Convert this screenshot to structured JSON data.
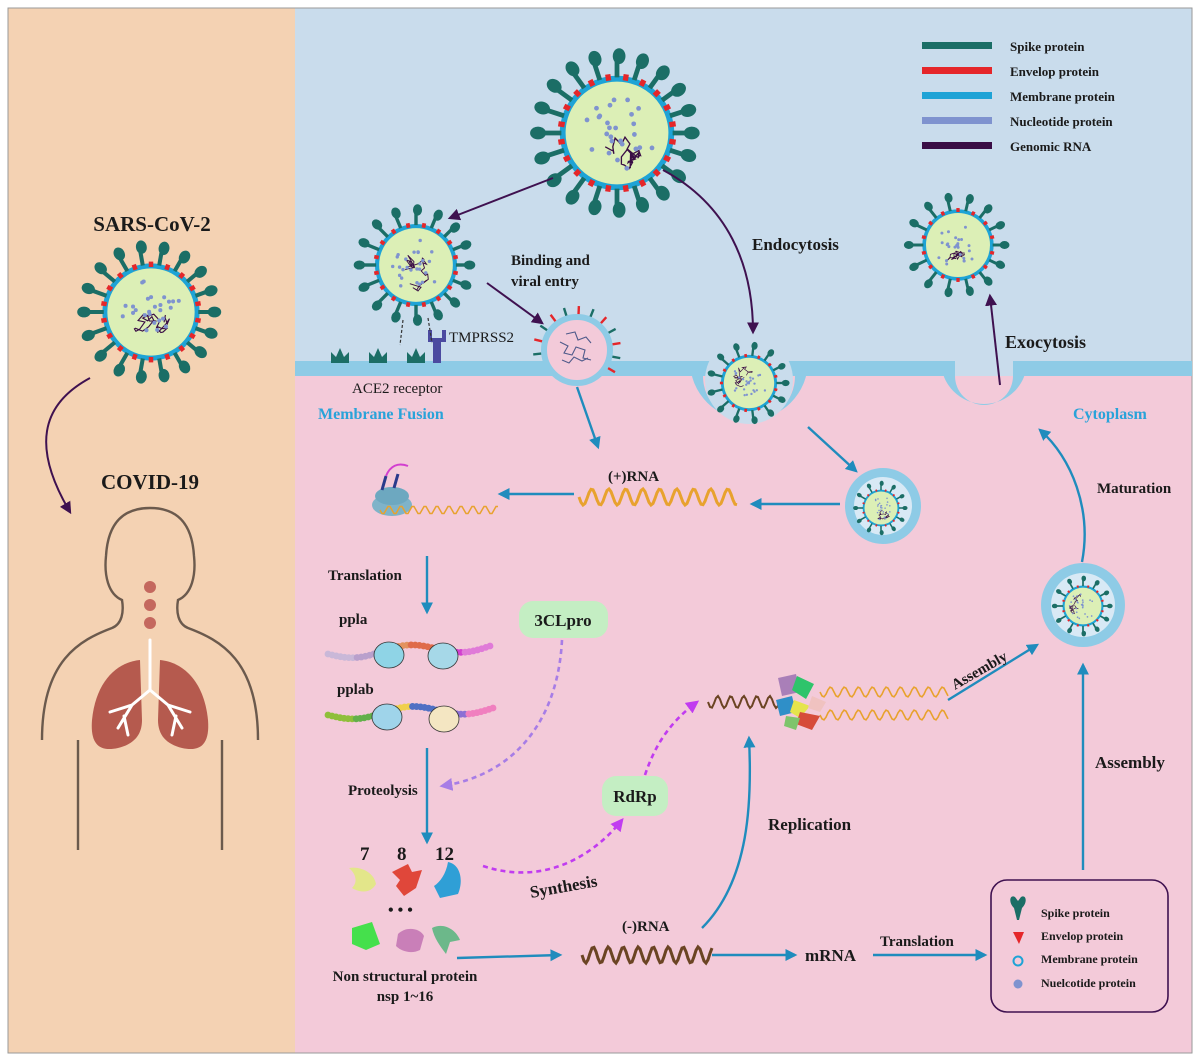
{
  "left_panel": {
    "virus_label": "SARS-CoV-2",
    "disease_label": "COVID-19"
  },
  "legend": {
    "items": [
      {
        "label": "Spike protein",
        "color": "#1b6e66"
      },
      {
        "label": "Envelop protein",
        "color": "#e5262a"
      },
      {
        "label": "Membrane protein",
        "color": "#1ea3d6"
      },
      {
        "label": "Nucleotide protein",
        "color": "#7f93cf"
      },
      {
        "label": "Genomic RNA",
        "color": "#3a0d45"
      }
    ]
  },
  "labels": {
    "binding_entry": [
      "Binding and",
      "viral  entry"
    ],
    "endocytosis": "Endocytosis",
    "exocytosis": "Exocytosis",
    "tmprss2": "TMPRSS2",
    "ace2": "ACE2 receptor",
    "membrane_fusion": "Membrane Fusion",
    "cytoplasm": "Cytoplasm",
    "plus_rna": "(+)RNA",
    "maturation": "Maturation",
    "translation_top": "Translation",
    "ppla": "ppla",
    "pplab": "pplab",
    "clpro": "3CLpro",
    "proteolysis": "Proteolysis",
    "rdrp": "RdRp",
    "replication": "Replication",
    "assembly_diag": "Assembly",
    "assembly_right": "Assembly",
    "synthesis": "Synthesis",
    "nsp_numbers": [
      "7",
      "8",
      "12"
    ],
    "dots": "• • •",
    "nsp_caption": [
      "Non structural protein",
      "nsp 1~16"
    ],
    "minus_rna": "(-)RNA",
    "mrna": "mRNA",
    "translation_bottom": "Translation"
  },
  "protein_box": {
    "items": [
      {
        "label": "Spike protein"
      },
      {
        "label": "Envelop protein"
      },
      {
        "label": "Membrane protein"
      },
      {
        "label": "Nuelcotide protein"
      }
    ]
  },
  "colors": {
    "left_bg": "#f4d2b3",
    "extracellular_bg": "#c9dcec",
    "cytoplasm_bg": "#f3cad9",
    "membrane": "#8ecbe6",
    "arrow_blue": "#1f8cbd",
    "arrow_purple": "#3f1150",
    "dashed_violet": "#a77de6",
    "dashed_magenta": "#c13cf0",
    "virus_core": "#dcefb6",
    "green_box": "#c4eec3"
  }
}
